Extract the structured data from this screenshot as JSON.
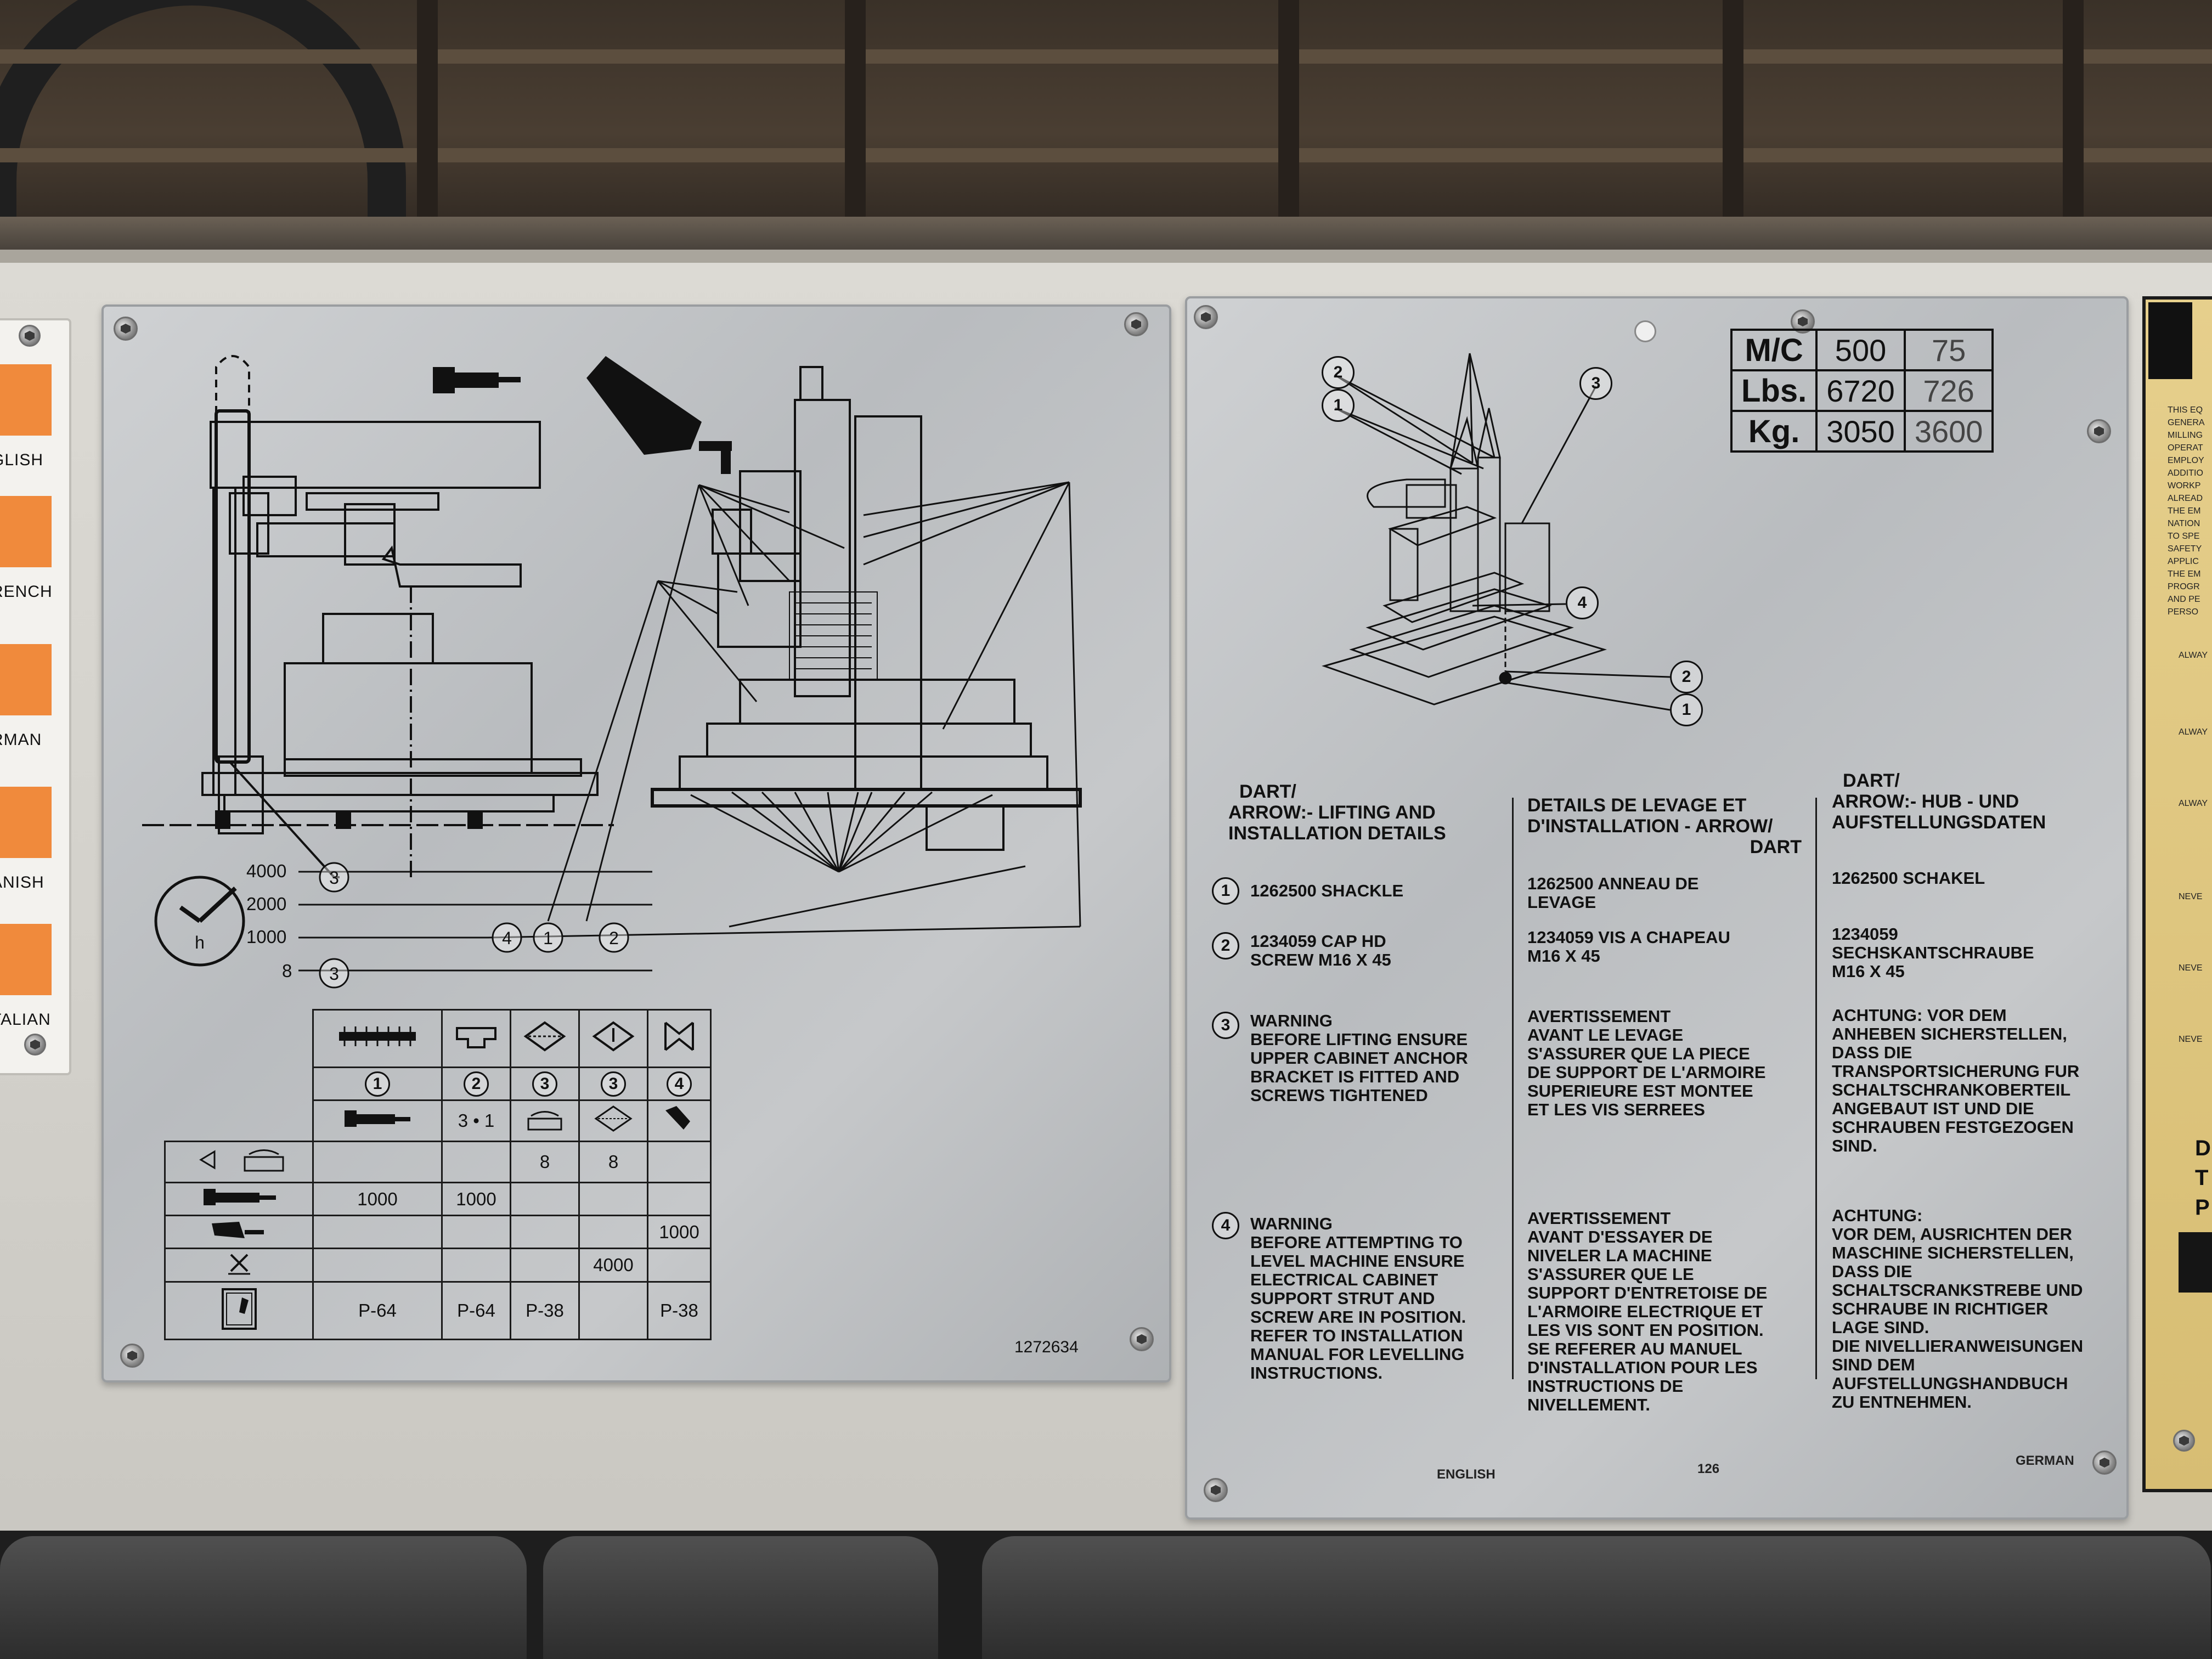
{
  "languages": [
    "GLISH",
    "RENCH",
    "RMAN",
    "ANISH",
    "TALIAN"
  ],
  "colors": {
    "tab_orange": "#f08a3c",
    "plate_silver": "#c3c5c8",
    "gold_plate": "#dcc27b",
    "cabinet": "#d6d4ce"
  },
  "left_plate": {
    "hours": [
      "4000",
      "2000",
      "1000",
      "8"
    ],
    "hours_unit": "h",
    "callouts": {
      "c1": "1",
      "c2": "2",
      "c3": "3",
      "c4": "4"
    },
    "table": {
      "header_nums": [
        "1",
        "2",
        "3",
        "3",
        "4"
      ],
      "ratio": "3 • 1",
      "row_a": [
        "",
        "",
        "8",
        "8",
        ""
      ],
      "row_b": [
        "1000",
        "1000",
        "",
        "",
        ""
      ],
      "row_c": [
        "",
        "",
        "",
        "",
        "1000"
      ],
      "row_d": [
        "",
        "",
        "",
        "4000",
        ""
      ],
      "row_e": [
        "P-64",
        "P-64",
        "P-38",
        "",
        "P-38"
      ]
    },
    "part_number": "1272634"
  },
  "right_plate": {
    "weights": {
      "mc_label": "M/C",
      "mc": [
        "500",
        "75"
      ],
      "lbs_label": "Lbs.",
      "lbs": [
        "6720",
        "726"
      ],
      "kg_label": "Kg.",
      "kg": [
        "3050",
        "3600"
      ]
    },
    "diagram_callouts": [
      "2",
      "1",
      "3",
      "4",
      "2",
      "1"
    ],
    "english": {
      "heading_l1": "DART/",
      "heading_l2": "ARROW:- LIFTING AND",
      "heading_l3": "INSTALLATION DETAILS",
      "i1": "1262500 SHACKLE",
      "i2_l1": "1234059 CAP HD",
      "i2_l2": "SCREW M16 X 45",
      "i3": [
        "WARNING",
        "BEFORE LIFTING ENSURE",
        "UPPER CABINET ANCHOR",
        "BRACKET IS FITTED AND",
        "SCREWS TIGHTENED"
      ],
      "i4": [
        "WARNING",
        "BEFORE ATTEMPTING TO",
        "LEVEL MACHINE ENSURE",
        "ELECTRICAL CABINET",
        "SUPPORT STRUT AND",
        "SCREW ARE IN POSITION.",
        "REFER TO INSTALLATION",
        "MANUAL FOR LEVELLING",
        "INSTRUCTIONS."
      ]
    },
    "french": {
      "heading_l1": "DETAILS DE LEVAGE ET",
      "heading_l2": "D'INSTALLATION - ARROW/",
      "heading_l3": "DART",
      "i1_l1": "1262500 ANNEAU DE",
      "i1_l2": "LEVAGE",
      "i2_l1": "1234059 VIS A CHAPEAU",
      "i2_l2": "M16 X 45",
      "i3": [
        "AVERTISSEMENT",
        "AVANT LE LEVAGE",
        "S'ASSURER QUE LA PIECE",
        "DE SUPPORT DE L'ARMOIRE",
        "SUPERIEURE EST MONTEE",
        "ET LES VIS SERREES"
      ],
      "i4": [
        "AVERTISSEMENT",
        "AVANT D'ESSAYER DE",
        "NIVELER LA MACHINE",
        "S'ASSURER QUE LE",
        "SUPPORT D'ENTRETOISE DE",
        "L'ARMOIRE ELECTRIQUE ET",
        "LES VIS SONT EN POSITION.",
        "SE REFERER AU MANUEL",
        "D'INSTALLATION POUR LES",
        "INSTRUCTIONS DE",
        "NIVELLEMENT."
      ]
    },
    "german": {
      "heading_l1": "DART/",
      "heading_l2": "ARROW:- HUB - UND",
      "heading_l3": "AUFSTELLUNGSDATEN",
      "i1": "1262500 SCHAKEL",
      "i2_l1": "1234059",
      "i2_l2": "SECHSKANTSCHRAUBE",
      "i2_l3": "M16 X 45",
      "i3": [
        "ACHTUNG: VOR DEM",
        "ANHEBEN SICHERSTELLEN,",
        "DASS DIE",
        "TRANSPORTSICHERUNG FUR",
        "SCHALTSCHRANKOBERTEIL",
        "ANGEBAUT IST UND DIE",
        "SCHRAUBEN FESTGEZOGEN",
        "SIND."
      ],
      "i4": [
        "ACHTUNG:",
        "VOR DEM, AUSRICHTEN DER",
        "MASCHINE SICHERSTELLEN,",
        "DASS DIE",
        "SCHALTSCRANKSTREBE UND",
        "SCHRAUBE IN RICHTIGER",
        "LAGE SIND.",
        "DIE NIVELLIERANWEISUNGEN",
        "SIND DEM",
        "AUFSTELLUNGSHANDBUCH",
        "ZU ENTNEHMEN."
      ]
    },
    "item_nums": [
      "1",
      "2",
      "3",
      "4"
    ],
    "footer": {
      "left": "ENGLISH",
      "middle": "126",
      "right": "GERMAN"
    }
  },
  "gold_plate": {
    "text_lines": [
      "THIS EQ",
      "GENERA",
      "MILLING",
      "OPERAT",
      "EMPLOY",
      "ADDITIO",
      "WORKP",
      "ALREAD",
      "THE EM",
      "NATION",
      "TO SPE",
      "SAFETY",
      "APPLIC",
      "THE EM",
      "PROGR",
      "AND PE",
      "PERSO"
    ],
    "always_1": "ALWAY",
    "always_2": "ALWAY",
    "always_3": "ALWAY",
    "never_1": "NEVE",
    "never_2": "NEVE",
    "never_3": "NEVE",
    "big": [
      "D",
      "T",
      "P"
    ]
  }
}
